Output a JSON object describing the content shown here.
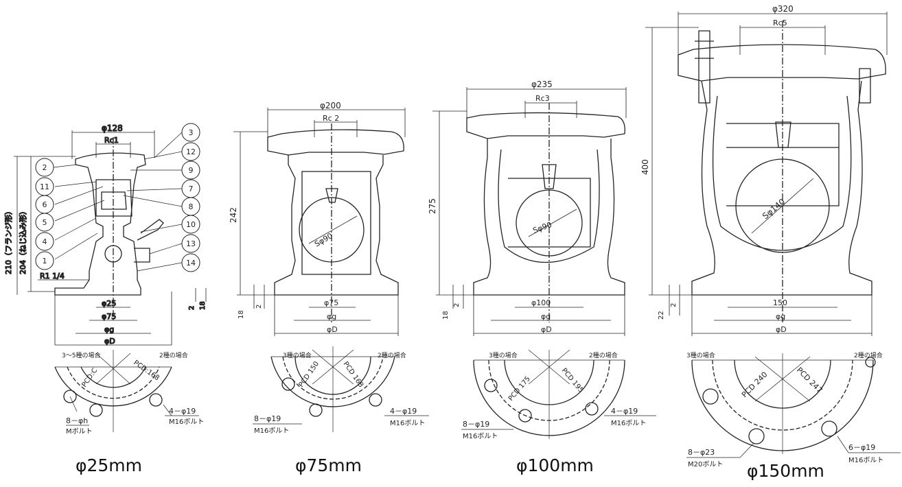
{
  "captions": {
    "d25": "φ25mm",
    "d75": "φ75mm",
    "d100": "φ100mm",
    "d150": "φ150mm"
  },
  "views": {
    "d25": {
      "phi_top": "φ128",
      "rc": "Rc1",
      "h_flange": "210（フランジ形）",
      "h_screw": "204（ねじ込み形）",
      "r_label": "R1 1/4",
      "phi_25": "φ25",
      "phi_75": "φ75",
      "phi_g": "φg",
      "phi_D": "φD",
      "dim_2": "2",
      "dim_18": "18",
      "type_left": "3～5種の場合",
      "type_right": "2種の場合",
      "pcd_left": "PCD:C",
      "pcd_right": "PCD:168",
      "bolt_left": "8－φh",
      "bolt_left_sub": "Mボルト",
      "bolt_right": "4－φ19",
      "bolt_right_sub": "M16ボルト"
    },
    "d75": {
      "phi_top": "φ200",
      "rc": "Rc 2",
      "height": "242",
      "sphere": "Sφ90",
      "phi_75": "φ75",
      "phi_g": "φg",
      "phi_D": "φD",
      "dim_18": "18",
      "dim_2": "2",
      "type_left": "3種の場合",
      "type_right": "2種の場合",
      "pcd_left": "PCD 150",
      "pcd_right": "PCD 168",
      "bolt_left": "8－φ19",
      "bolt_left_sub": "M16ボルト",
      "bolt_right": "4－φ19",
      "bolt_right_sub": "M16ボルト"
    },
    "d100": {
      "phi_top": "φ235",
      "rc": "Rc3",
      "height": "275",
      "sphere": "Sφ90",
      "phi_100": "φ100",
      "phi_g": "φg",
      "phi_D": "φD",
      "dim_18": "18",
      "dim_2": "2",
      "type_left": "3種の場合",
      "type_right": "2種の場合",
      "pcd_left": "PCD 175",
      "pcd_right": "PCD 195",
      "bolt_left": "8－φ19",
      "bolt_left_sub": "M16ボルト",
      "bolt_right": "4－φ19",
      "bolt_right_sub": "M16ボルト"
    },
    "d150": {
      "phi_top": "φ320",
      "rc": "Rc5",
      "height": "400",
      "sphere": "Sφ140",
      "phi_150": "150",
      "phi_g": "φg",
      "phi_D": "φD",
      "dim_22": "22",
      "dim_2": "2",
      "type_left": "3種の場合",
      "type_right": "2種の場合",
      "pcd_left": "PCD 240",
      "pcd_right": "PCD 247",
      "bolt_left": "8－φ23",
      "bolt_left_sub": "M20ボルト",
      "bolt_right": "6－φ19",
      "bolt_right_sub": "M16ボルト"
    }
  },
  "callouts": [
    "2",
    "11",
    "6",
    "5",
    "4",
    "1",
    "3",
    "12",
    "9",
    "7",
    "8",
    "10",
    "13",
    "14"
  ]
}
